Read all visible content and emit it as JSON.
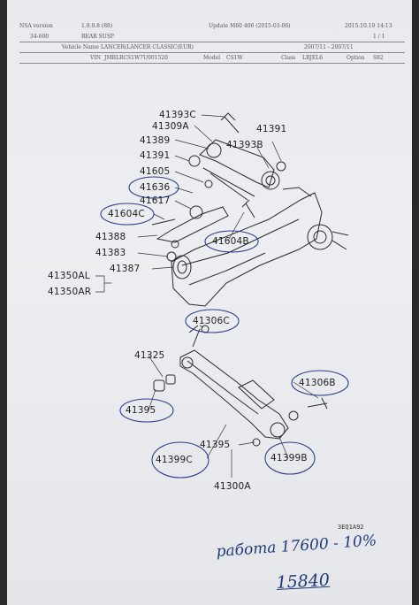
{
  "header": {
    "row1": {
      "label": "NSA version",
      "version": "1.9.0.8 (88)",
      "update": "Update   M60 406 (2015-03-06)",
      "datetime": "2015.10.10  14:13"
    },
    "row2": {
      "code": "34-600",
      "section": "REAR SUSP",
      "page": "1 / 1"
    },
    "row3": {
      "label": "Vehicle Name",
      "value": "LANCER(LANCER CLASSIC(EUR)",
      "period": "2007/11 - 2007/11"
    },
    "row4": {
      "vin_label": "VIN",
      "vin": "JMBLRCS1W7U001520",
      "model_label": "Model",
      "model": "CS1W",
      "class_label": "Class",
      "class": "LRJEL6",
      "option_label": "Option",
      "option": "S82"
    }
  },
  "part_labels": [
    {
      "id": "p41393c",
      "text": "41393C"
    },
    {
      "id": "p41309a",
      "text": "41309A"
    },
    {
      "id": "p41391a",
      "text": "41391"
    },
    {
      "id": "p41389",
      "text": "41389"
    },
    {
      "id": "p41393b",
      "text": "41393B"
    },
    {
      "id": "p41391b",
      "text": "41391"
    },
    {
      "id": "p41605",
      "text": "41605"
    },
    {
      "id": "p41636",
      "text": "41636"
    },
    {
      "id": "p41617",
      "text": "41617"
    },
    {
      "id": "p41604c",
      "text": "41604C"
    },
    {
      "id": "p41388",
      "text": "41388"
    },
    {
      "id": "p41604b",
      "text": "41604B"
    },
    {
      "id": "p41383",
      "text": "41383"
    },
    {
      "id": "p41387",
      "text": "41387"
    },
    {
      "id": "p41350al",
      "text": "41350AL"
    },
    {
      "id": "p41350ar",
      "text": "41350AR"
    },
    {
      "id": "p41306c",
      "text": "41306C"
    },
    {
      "id": "p41325",
      "text": "41325"
    },
    {
      "id": "p41306b",
      "text": "41306B"
    },
    {
      "id": "p41395a",
      "text": "41395"
    },
    {
      "id": "p41395b",
      "text": "41395"
    },
    {
      "id": "p41399c",
      "text": "41399C"
    },
    {
      "id": "p41399b",
      "text": "41399B"
    },
    {
      "id": "p41300a",
      "text": "41300A"
    }
  ],
  "figure_code": "3EQ1A92",
  "handwriting": {
    "line1": "работа 17600 - 10%",
    "line2": "15840"
  },
  "colors": {
    "paper": "#eceef1",
    "ink": "#1e1e1e",
    "pen": "#203a7a"
  }
}
